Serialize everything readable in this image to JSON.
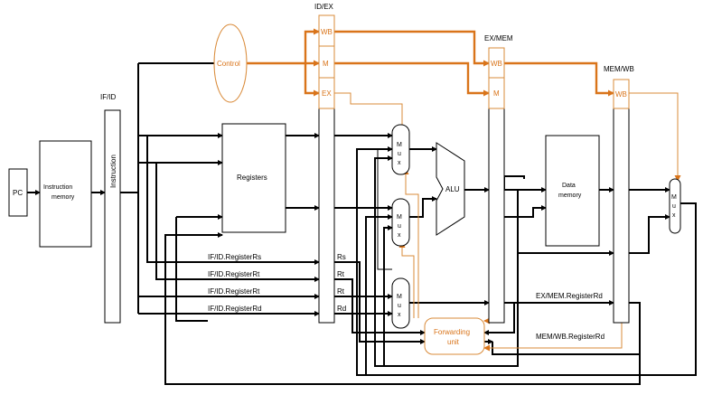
{
  "pipeline_registers": {
    "if_id": "IF/ID",
    "id_ex": "ID/EX",
    "ex_mem": "EX/MEM",
    "mem_wb": "MEM/WB"
  },
  "blocks": {
    "pc": "PC",
    "instruction_memory": [
      "Instruction",
      "memory"
    ],
    "instruction": "Instruction",
    "registers": "Registers",
    "control": "Control",
    "alu": "ALU",
    "data_memory": [
      "Data",
      "memory"
    ],
    "forwarding_unit": [
      "Forwarding",
      "unit"
    ]
  },
  "control_fields": {
    "wb": "WB",
    "m": "M",
    "ex": "EX"
  },
  "mux": [
    "M",
    "u",
    "x"
  ],
  "register_fields": {
    "rs": "IF/ID.RegisterRs",
    "rt1": "IF/ID.RegisterRt",
    "rt2": "IF/ID.RegisterRt",
    "rd": "IF/ID.RegisterRd",
    "rs_short": "Rs",
    "rt1_short": "Rt",
    "rt2_short": "Rt",
    "rd_short": "Rd"
  },
  "forward_labels": {
    "ex_mem_rd": "EX/MEM.RegisterRd",
    "mem_wb_rd": "MEM/WB.RegisterRd"
  },
  "colors": {
    "wire": "#000000",
    "control": "#d9741a"
  }
}
